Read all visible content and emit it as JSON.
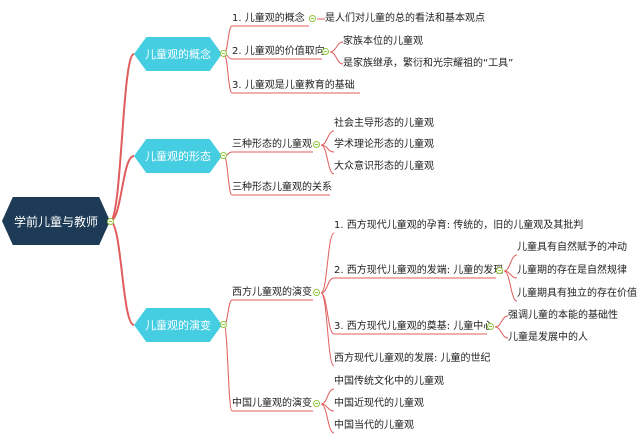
{
  "root": {
    "label": "学前儿童与教师"
  },
  "branches": [
    {
      "label": "儿童观的概念"
    },
    {
      "label": "儿童观的形态"
    },
    {
      "label": "儿童观的演变"
    }
  ],
  "concept": {
    "item1": "1. 儿童观的概念",
    "item1_detail": "是人们对儿童的总的看法和基本观点",
    "item2": "2. 儿童观的价值取向",
    "item2_children": [
      "家族本位的儿童观",
      "是家族继承，繁衍和光宗耀祖的“工具”"
    ],
    "item3": "3. 儿童观是儿童教育的基础"
  },
  "forms": {
    "three_forms": "三种形态的儿童观",
    "three_forms_children": [
      "社会主导形态的儿童观",
      "学术理论形态的儿童观",
      "大众意识形态的儿童观"
    ],
    "relation": "三种形态儿童观的关系"
  },
  "evolution": {
    "western": "西方儿童观的演变",
    "western_children": [
      "1. 西方现代儿童观的孕育: 传统的，旧的儿童观及其批判",
      "2. 西方现代儿童观的发端: 儿童的发现",
      "3. 西方现代儿童观的奠基: 儿童中心",
      "西方现代儿童观的发展: 儿童的世纪"
    ],
    "discovery_children": [
      "儿童具有自然赋予的冲动",
      "儿童期的存在是自然规律",
      "儿童期具有独立的存在价值"
    ],
    "center_children": [
      "强调儿童的本能的基础性",
      "儿童是发展中的人"
    ],
    "chinese": "中国儿童观的演变",
    "chinese_children": [
      "中国传统文化中的儿童观",
      "中国近现代的儿童观",
      "中国当代的儿童观"
    ]
  },
  "colors": {
    "root": "#1d3b57",
    "branch": "#45cde2",
    "connector": "#e15d5d",
    "toggle": "#8fc63f"
  }
}
